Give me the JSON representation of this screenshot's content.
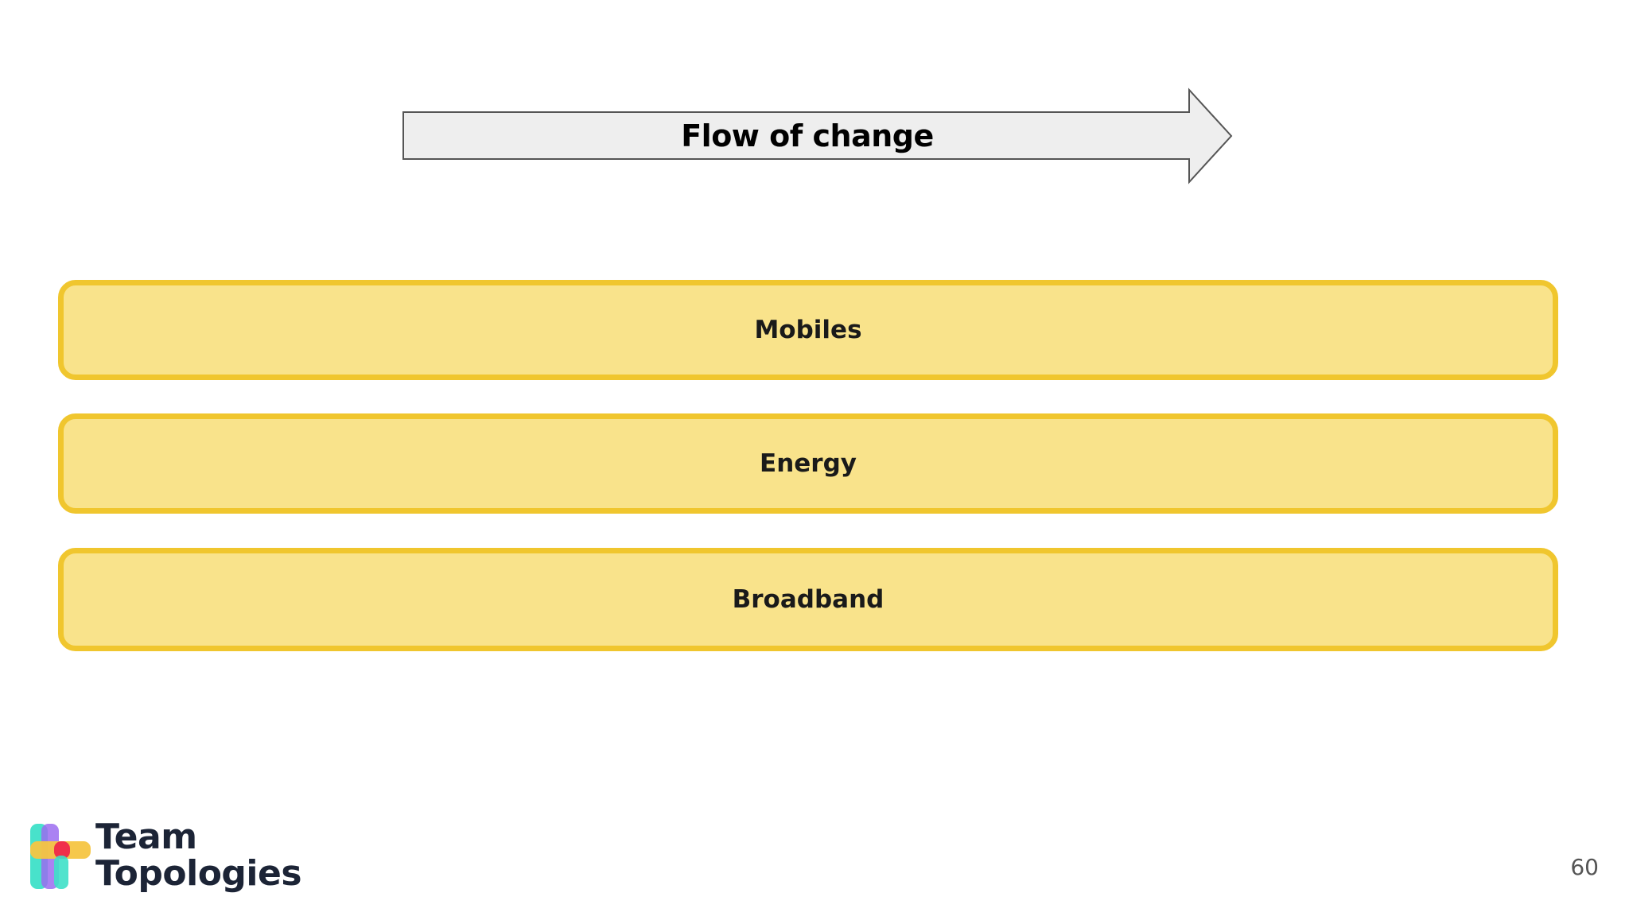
{
  "flow": {
    "label": "Flow of change"
  },
  "lanes": [
    {
      "label": "Mobiles"
    },
    {
      "label": "Energy"
    },
    {
      "label": "Broadband"
    }
  ],
  "logo": {
    "line1": "Team",
    "line2": "Topologies"
  },
  "page_number": "60",
  "colors": {
    "lane_fill": "#f9e38b",
    "lane_border": "#f0c62e",
    "arrow_fill": "#eeeeee",
    "arrow_stroke": "#555555",
    "logo_cyan": "#3ee0c8",
    "logo_purple": "#9b6cf0",
    "logo_yellow": "#f5c542",
    "logo_red": "#f0304a"
  }
}
